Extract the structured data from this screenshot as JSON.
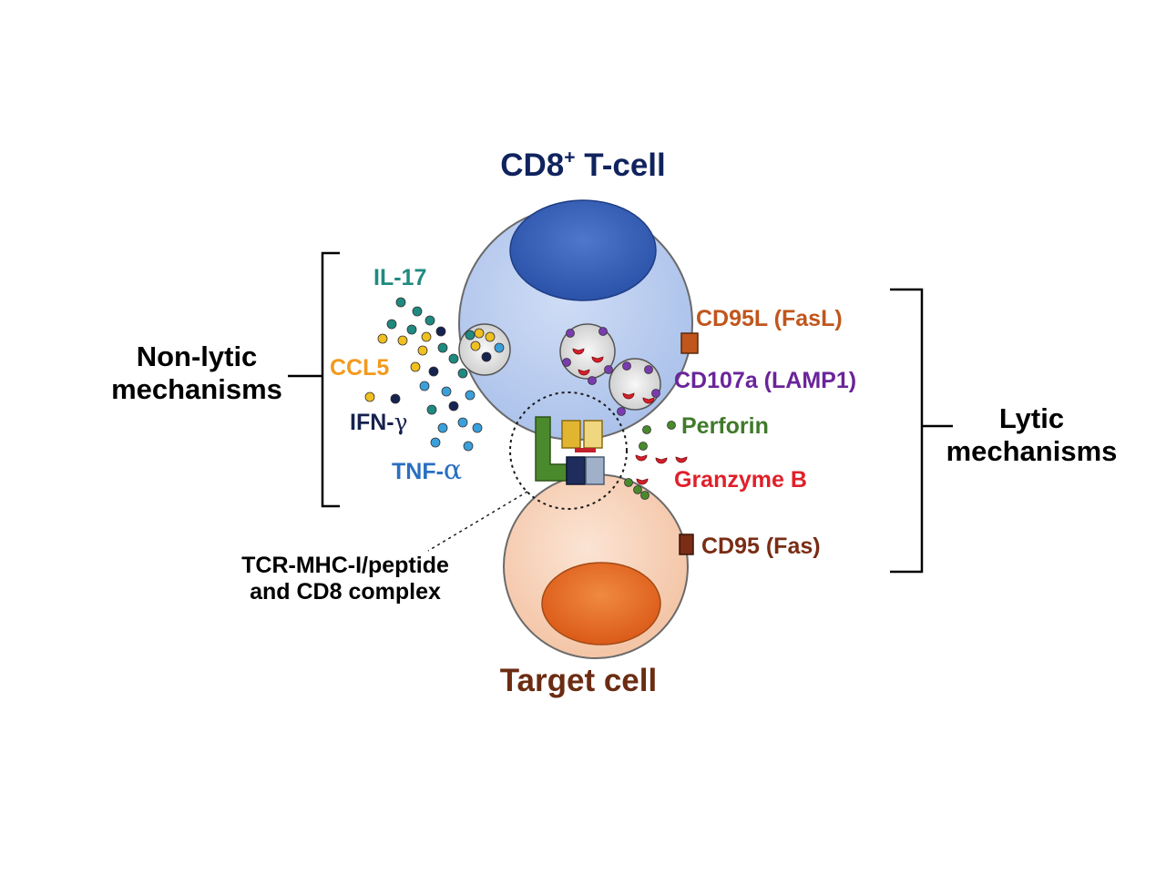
{
  "title": {
    "main": "CD8",
    "sup": "+",
    "rest": " T-cell",
    "color": "#10235e"
  },
  "target_label": {
    "text": "Target cell",
    "color": "#6b2c12"
  },
  "groups": {
    "non_lytic": {
      "line1": "Non-lytic",
      "line2": "mechanisms"
    },
    "lytic": {
      "line1": "Lytic",
      "line2": "mechanisms"
    }
  },
  "complex_label": {
    "line1": "TCR-MHC-I/peptide",
    "line2": "and CD8 complex"
  },
  "molecules": {
    "il17": {
      "text": "IL-17",
      "color": "#1f8a80"
    },
    "ccl5": {
      "text": "CCL5",
      "color": "#f39a1e"
    },
    "ifng": {
      "text": "IFN-",
      "greek": "γ",
      "color": "#16224f"
    },
    "tnfa": {
      "text": "TNF-",
      "greek": "α",
      "color": "#2a6fc0"
    },
    "cd95l": {
      "text": "CD95L (FasL)",
      "color": "#c0561c"
    },
    "cd107a": {
      "text": "CD107a (LAMP1)",
      "color": "#6a249a"
    },
    "perforin": {
      "text": "Perforin",
      "color": "#3f7a2a"
    },
    "granzyme": {
      "text": "Granzyme B",
      "color": "#e0202a"
    },
    "cd95": {
      "text": "CD95 (Fas)",
      "color": "#7a2c14"
    }
  },
  "colors": {
    "tcell_fill": "#b9cdef",
    "tcell_nucleus": "#2f5cb5",
    "target_fill": "#f7d1b8",
    "target_nucleus": "#e36a24",
    "cd8": "#4b8a2c",
    "tcr_gold": "#e2b530",
    "mhc_dark": "#1f2d5c",
    "mhc_light": "#9fb0c8",
    "peptide": "#c2202a"
  }
}
